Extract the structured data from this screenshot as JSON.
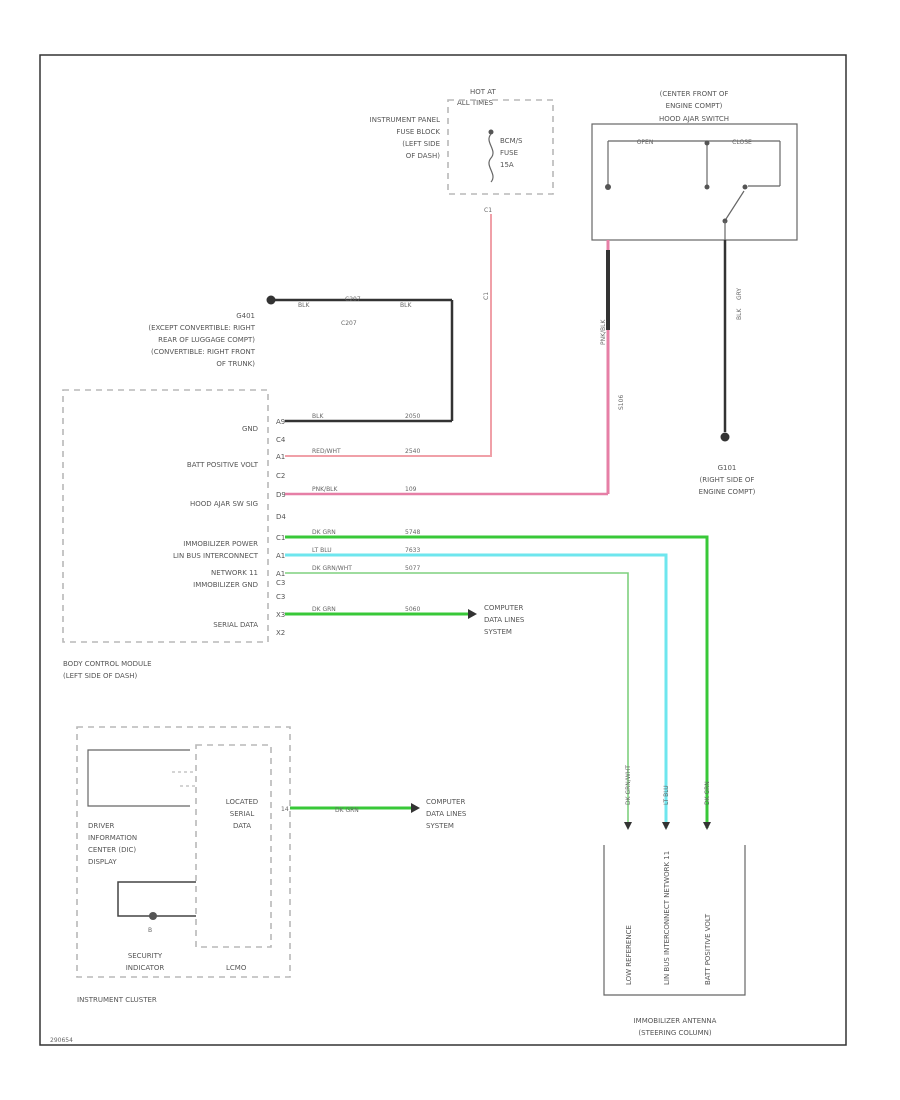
{
  "fuse_block": {
    "hot_at": "HOT AT",
    "hot_at_line2": "ALL TIMES",
    "panel_lines": [
      "INSTRUMENT PANEL",
      "FUSE BLOCK",
      "(LEFT SIDE",
      "OF DASH)"
    ],
    "fuse_lines": [
      "BCM/S",
      "FUSE",
      "15A"
    ],
    "terminal": "C1"
  },
  "hood_switch": {
    "location_lines": [
      "(CENTER FRONT OF",
      "ENGINE COMPT)"
    ],
    "title": "HOOD AJAR SWITCH",
    "left_label": "OPEN",
    "right_label": "CLOSE",
    "wire_left": "PNK/BLK",
    "wire_right": "BLK",
    "wire_right2": "GRY",
    "splice": "S106"
  },
  "ground_g401": {
    "lines": [
      "G401",
      "(EXCEPT CONVERTIBLE: RIGHT",
      "REAR OF LUGGAGE COMPT)",
      "(CONVERTIBLE: RIGHT FRONT",
      "OF TRUNK)"
    ],
    "wire1": "BLK",
    "wire2": "BLK",
    "connector": "C207",
    "connector2": "C207"
  },
  "ground_g101": {
    "lines": [
      "G101",
      "(RIGHT SIDE OF",
      "ENGINE COMPT)"
    ]
  },
  "bcm": {
    "pins": [
      {
        "label": "GND",
        "pin": "A9",
        "color": "BLK",
        "circuit": "2050"
      },
      {
        "label": "",
        "pin": "C4",
        "color": "",
        "circuit": ""
      },
      {
        "label": "BATT POSITIVE VOLT",
        "pin": "A1",
        "color": "RED/WHT",
        "circuit": "2540"
      },
      {
        "label": "",
        "pin": "C2",
        "color": "",
        "circuit": ""
      },
      {
        "label": "HOOD AJAR SW SIG",
        "pin": "D9",
        "color": "PNK/BLK",
        "circuit": "109"
      },
      {
        "label": "",
        "pin": "D4",
        "color": "",
        "circuit": ""
      },
      {
        "label": "IMMOBILIZER POWER",
        "pin": "C1",
        "color": "DK GRN",
        "circuit": "5748"
      },
      {
        "label": "LIN BUS INTERCONNECT",
        "pin": "A1",
        "color": "LT BLU",
        "circuit": "7633"
      },
      {
        "label": "NETWORK 11",
        "pin": "A1",
        "color": "DK GRN/WHT",
        "circuit": "5077"
      },
      {
        "label": "IMMOBILIZER GND",
        "pin": "C3",
        "color": "",
        "circuit": ""
      },
      {
        "label": "",
        "pin": "C3",
        "color": "",
        "circuit": ""
      },
      {
        "label": "SERIAL DATA",
        "pin": "X3",
        "color": "DK GRN",
        "circuit": "5060"
      },
      {
        "label": "",
        "pin": "X2",
        "color": "",
        "circuit": ""
      }
    ],
    "title_lines": [
      "BODY CONTROL MODULE",
      "(LEFT SIDE OF DASH)"
    ]
  },
  "computer_data_1": [
    "COMPUTER",
    "DATA LINES",
    "SYSTEM"
  ],
  "computer_data_2": [
    "COMPUTER",
    "DATA LINES",
    "SYSTEM"
  ],
  "cluster": {
    "title": "INSTRUMENT CLUSTER",
    "dic_lines": [
      "DRIVER",
      "INFORMATION",
      "CENTER (DIC)",
      "DISPLAY"
    ],
    "serial_lines": [
      "LOCATED",
      "SERIAL",
      "DATA"
    ],
    "pin": "14",
    "wire_color": "DK GRN",
    "indicator_lines": [
      "SECURITY",
      "INDICATOR"
    ],
    "label_bottom": "LCMO",
    "indicator_pin": "B"
  },
  "antenna": {
    "title_lines": [
      "IMMOBILIZER ANTENNA",
      "(STEERING COLUMN)"
    ],
    "pins": [
      "LOW REFERENCE",
      "LIN BUS INTERCONNECT NETWORK 11",
      "BATT POSITIVE VOLT"
    ],
    "wires": [
      "DK GRN/WHT",
      "LT BLU",
      "DK GRN"
    ]
  },
  "figure_id": "290654",
  "colors": {
    "red": "#f0a0a8",
    "pink": "#e67fa6",
    "green": "#38c838",
    "cyan": "#6ee6ee",
    "green_dim": "#7ed07e",
    "black": "#333333"
  }
}
